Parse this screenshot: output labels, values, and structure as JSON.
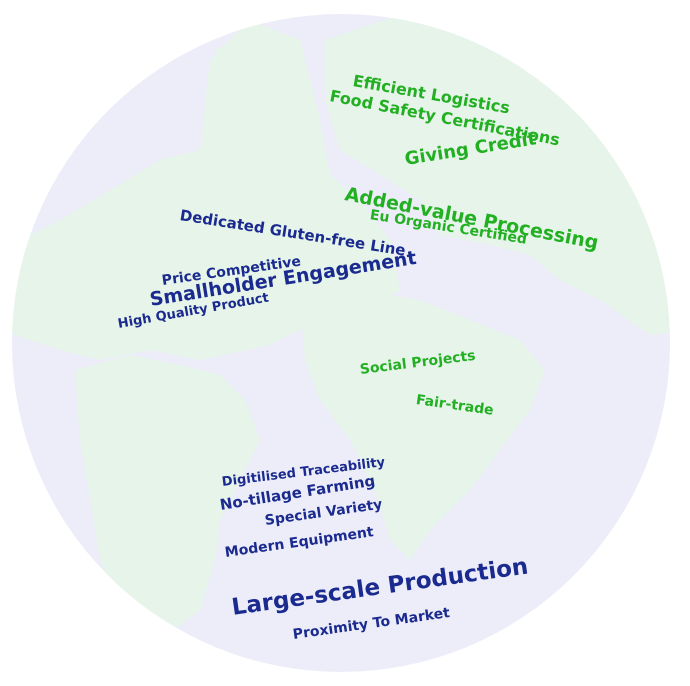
{
  "colors": {
    "ocean": "#ecedf8",
    "land": "#e6f4ea",
    "green_text": "#22b022",
    "blue_text": "#1a2a8e"
  },
  "green_terms": {
    "efficient_logistics": "Efficient Logistics",
    "food_safety": "Food Safety Certifications",
    "giving_credit": "Giving Credit",
    "added_value": "Added-value Processing",
    "eu_organic": "Eu Organic Certified",
    "social_projects": "Social Projects",
    "fair_trade": "Fair-trade"
  },
  "blue_terms": {
    "gluten_free": "Dedicated Gluten-free Line",
    "price_competitive": "Price Competitive",
    "smallholder": "Smallholder Engagement",
    "high_quality": "High Quality Product",
    "traceability": "Digitilised Traceability",
    "no_tillage": "No-tillage Farming",
    "special_variety": "Special Variety",
    "modern_equipment": "Modern Equipment",
    "large_scale": "Large-scale Production",
    "proximity": "Proximity To Market"
  }
}
